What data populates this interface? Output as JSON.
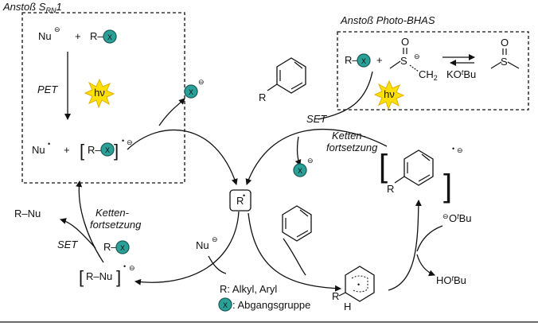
{
  "boxes": {
    "srn1_title": "Anstoß S",
    "srn1_sub": "RN",
    "srn1_tail": "1",
    "bhas_title": "Anstoß Photo-BHAS"
  },
  "glyphs": {
    "nu": "Nu",
    "r_dash": "R–",
    "r": "R",
    "x": "X",
    "minus": "⊖",
    "plus": "+",
    "dot": "•",
    "hv": "hν",
    "o": "O",
    "s": "S",
    "ch2": "CH",
    "ch2_sub": "2",
    "ko": "KO",
    "ko_t": "t",
    "ko_bu": "Bu",
    "ho": "HO",
    "o_t_bu_o": "O",
    "h": "H",
    "r_nu": "R–Nu",
    "r_minus_nu": "R–Nu"
  },
  "labels": {
    "pet": "PET",
    "set_top": "SET",
    "set_left": "SET",
    "ketten_top_1": "Ketten-",
    "ketten_top_2": "fortsetzung",
    "ketten_left_1": "Ketten-",
    "ketten_left_2": "fortsetzung",
    "legend_r": "R: Alkyl, Aryl",
    "legend_x": ": Abgangsgruppe"
  },
  "colors": {
    "x_fill": "#2aa198",
    "x_ring": "#1c5e5a",
    "burst": "#ffe000",
    "burst_edge": "#e0b000"
  }
}
